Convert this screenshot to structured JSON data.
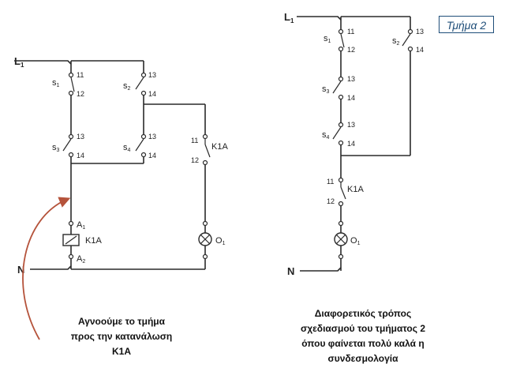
{
  "section_label": "Τμήμα 2",
  "left_diagram": {
    "supply_label": "L",
    "supply_sub": "1",
    "neutral_label": "N",
    "switches": [
      {
        "name": "s",
        "sub": "1",
        "top": "11",
        "bottom": "12"
      },
      {
        "name": "s",
        "sub": "2",
        "top": "13",
        "bottom": "14"
      },
      {
        "name": "s",
        "sub": "3",
        "top": "13",
        "bottom": "14"
      },
      {
        "name": "s",
        "sub": "4",
        "top": "13",
        "bottom": "14"
      }
    ],
    "contact": {
      "name": "K1A",
      "top": "11",
      "bottom": "12"
    },
    "coil": {
      "name": "K1A",
      "top": "A",
      "top_sub": "1",
      "bottom": "A",
      "bottom_sub": "2"
    },
    "lamp": {
      "name": "O",
      "sub": "1"
    }
  },
  "right_diagram": {
    "supply_label": "L",
    "supply_sub": "1",
    "neutral_label": "N",
    "switches": [
      {
        "name": "s",
        "sub": "1",
        "top": "11",
        "bottom": "12"
      },
      {
        "name": "s",
        "sub": "2",
        "top": "13",
        "bottom": "14"
      },
      {
        "name": "s",
        "sub": "3",
        "top": "13",
        "bottom": "14"
      },
      {
        "name": "s",
        "sub": "4",
        "top": "13",
        "bottom": "14"
      }
    ],
    "contact": {
      "name": "K1A",
      "top": "11",
      "bottom": "12"
    },
    "lamp": {
      "name": "O",
      "sub": "1"
    }
  },
  "captions": {
    "left": [
      "Αγνοούμε το τμήμα",
      "προς την κατανάλωση",
      "K1A"
    ],
    "right": [
      "Διαφορετικός τρόπος",
      "σχεδιασμού του τμήματος 2",
      "όπου φαίνεται πολύ καλά η",
      "συνδεσμολογία"
    ]
  },
  "colors": {
    "arrow": "#b5533b",
    "box": "#1f4e79"
  }
}
